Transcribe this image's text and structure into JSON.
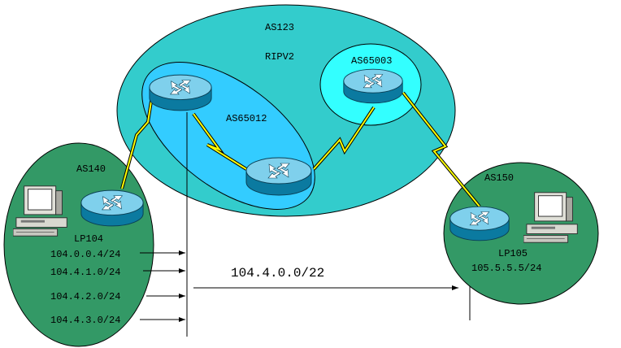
{
  "areas": {
    "as123": "AS123",
    "ripv2": "RIPV2",
    "as65003": "AS65003",
    "as65012": "AS65012",
    "as140": "AS140",
    "as150": "AS150"
  },
  "hosts": {
    "left": "LP104",
    "right": "LP105"
  },
  "left_prefixes": [
    "104.0.0.4/24",
    "104.4.1.0/24",
    "104.4.2.0/24",
    "104.4.3.0/24"
  ],
  "summary_prefix": "104.4.0.0/22",
  "right_prefix": "105.5.5.5/24",
  "colors": {
    "as123_fill": "#33cccc",
    "sub_as_fill": "#33ccff",
    "stub_as_fill": "#339966",
    "serial_link": "#ffff00",
    "router_body": "#0b7aa0",
    "router_top": "#7fd0ec"
  },
  "icons": [
    "router-icon",
    "pc-icon",
    "serial-link-icon",
    "arrow-icon"
  ]
}
